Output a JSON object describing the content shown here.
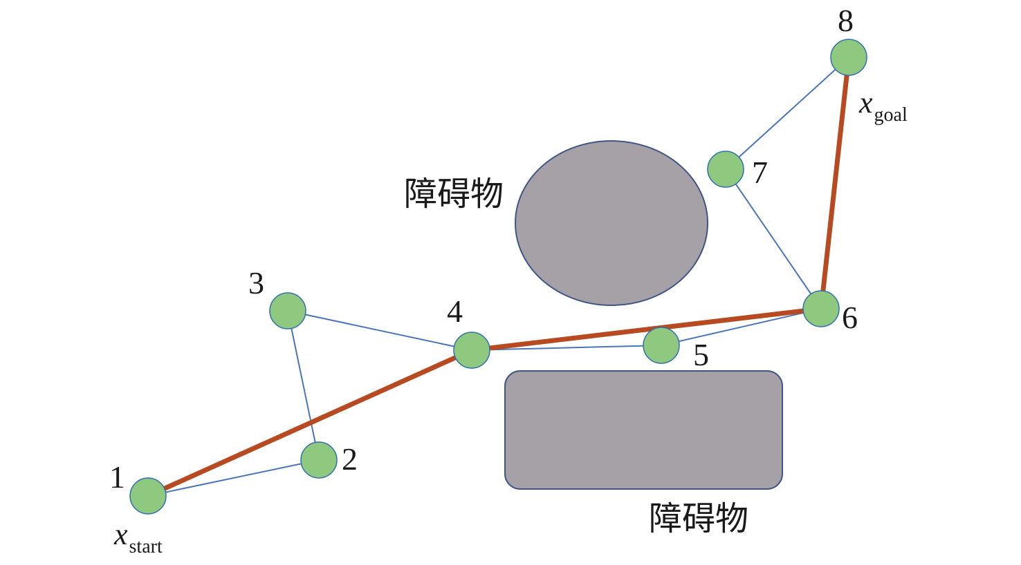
{
  "diagram": {
    "obstacles": [
      {
        "id": "obstacle-ellipse",
        "shape": "ellipse",
        "label": "障碍物"
      },
      {
        "id": "obstacle-rect",
        "shape": "rounded-rect",
        "label": "障碍物"
      }
    ],
    "nodes": [
      {
        "id": "1",
        "label": "1"
      },
      {
        "id": "2",
        "label": "2"
      },
      {
        "id": "3",
        "label": "3"
      },
      {
        "id": "4",
        "label": "4"
      },
      {
        "id": "5",
        "label": "5"
      },
      {
        "id": "6",
        "label": "6"
      },
      {
        "id": "7",
        "label": "7"
      },
      {
        "id": "8",
        "label": "8"
      }
    ],
    "edges": [
      {
        "from": "1",
        "to": "2",
        "type": "graph"
      },
      {
        "from": "2",
        "to": "3",
        "type": "graph"
      },
      {
        "from": "3",
        "to": "4",
        "type": "graph"
      },
      {
        "from": "4",
        "to": "5",
        "type": "graph"
      },
      {
        "from": "5",
        "to": "6",
        "type": "graph"
      },
      {
        "from": "6",
        "to": "7",
        "type": "graph"
      },
      {
        "from": "7",
        "to": "8",
        "type": "graph"
      },
      {
        "from": "1",
        "to": "4",
        "type": "path"
      },
      {
        "from": "4",
        "to": "6",
        "type": "path"
      },
      {
        "from": "6",
        "to": "8",
        "type": "path"
      }
    ],
    "start_label": {
      "var": "x",
      "sub": "start"
    },
    "goal_label": {
      "var": "x",
      "sub": "goal"
    },
    "colors": {
      "node_fill": "#8fc87f",
      "node_stroke": "#2f6fb0",
      "graph_edge": "#4a74b8",
      "path_edge": "#b84a22",
      "obstacle_fill": "#a6a1a6",
      "obstacle_stroke": "#3f5588"
    }
  }
}
